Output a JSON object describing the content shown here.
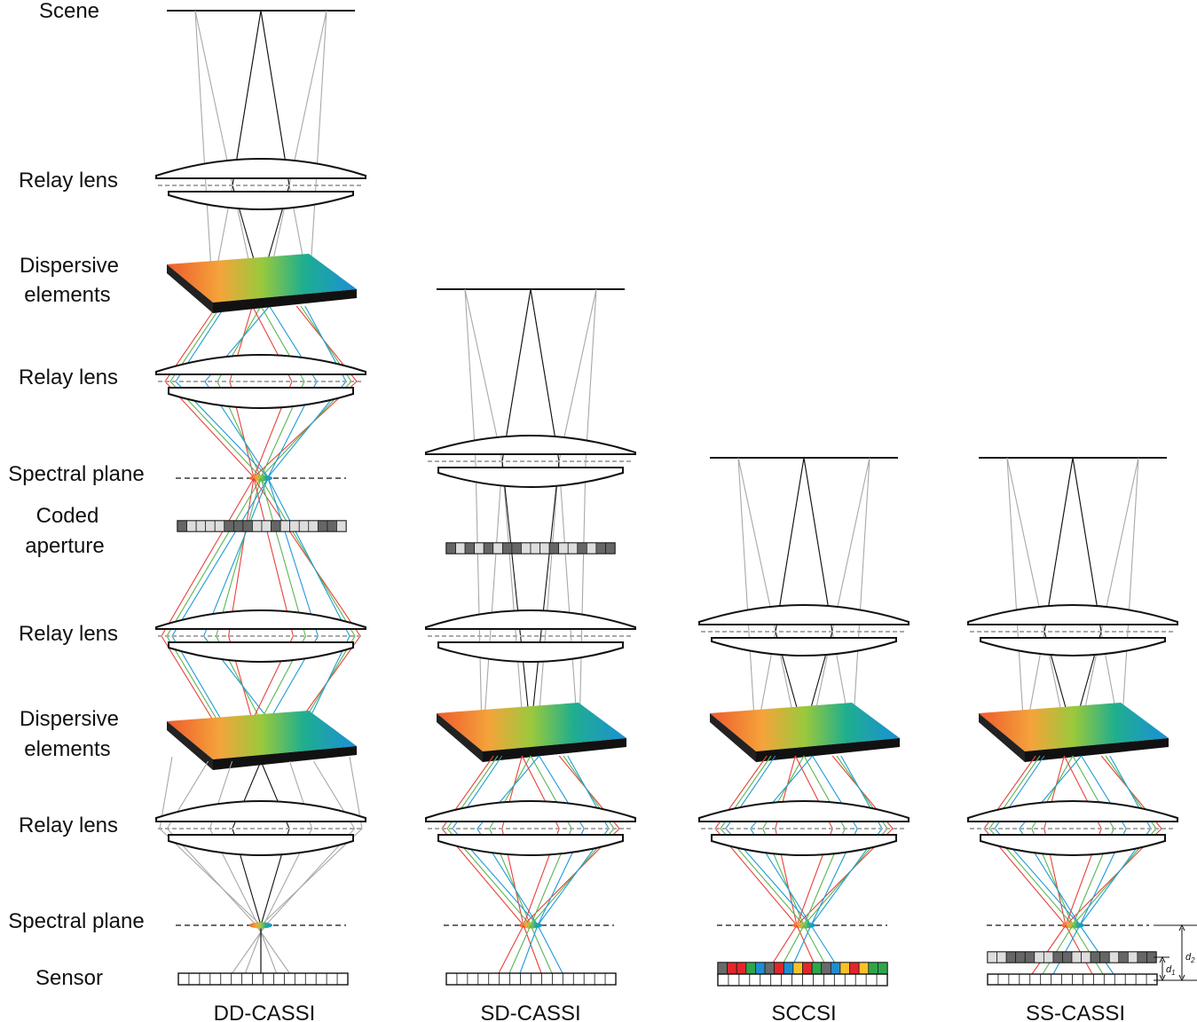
{
  "stage_labels": {
    "scene": "Scene",
    "relay_lens": "Relay lens",
    "dispersive_1": "Dispersive",
    "dispersive_2": "elements",
    "spectral_plane": "Spectral plane",
    "coded_1": "Coded",
    "coded_2": "aperture",
    "sensor": "Sensor"
  },
  "systems": [
    {
      "name": "DD-CASSI"
    },
    {
      "name": "SD-CASSI"
    },
    {
      "name": "SCCSI"
    },
    {
      "name": "SS-CASSI"
    }
  ],
  "distances": {
    "d1": "d",
    "d1_sub": "1",
    "d2": "d",
    "d2_sub": "2"
  },
  "colors": {
    "ray_gray": "#a8a8a8",
    "ray_black": "#111111",
    "ray_red": "#e8413b",
    "ray_green": "#5ab552",
    "ray_blue": "#1e9ad6",
    "mask_dark": "#666666",
    "mask_light": "#dddddd",
    "mask_white": "#ffffff"
  },
  "color_filter_cells": [
    "#6a6a6a",
    "#e3262b",
    "#e3262b",
    "#2fa64a",
    "#1f8ed1",
    "#6a6a6a",
    "#e3262b",
    "#1f8ed1",
    "#f7c229",
    "#e3262b",
    "#2fa64a",
    "#6a6a6a",
    "#1f8ed1",
    "#f7c229",
    "#e3262b",
    "#f7c229",
    "#2fa64a",
    "#2fa64a"
  ]
}
